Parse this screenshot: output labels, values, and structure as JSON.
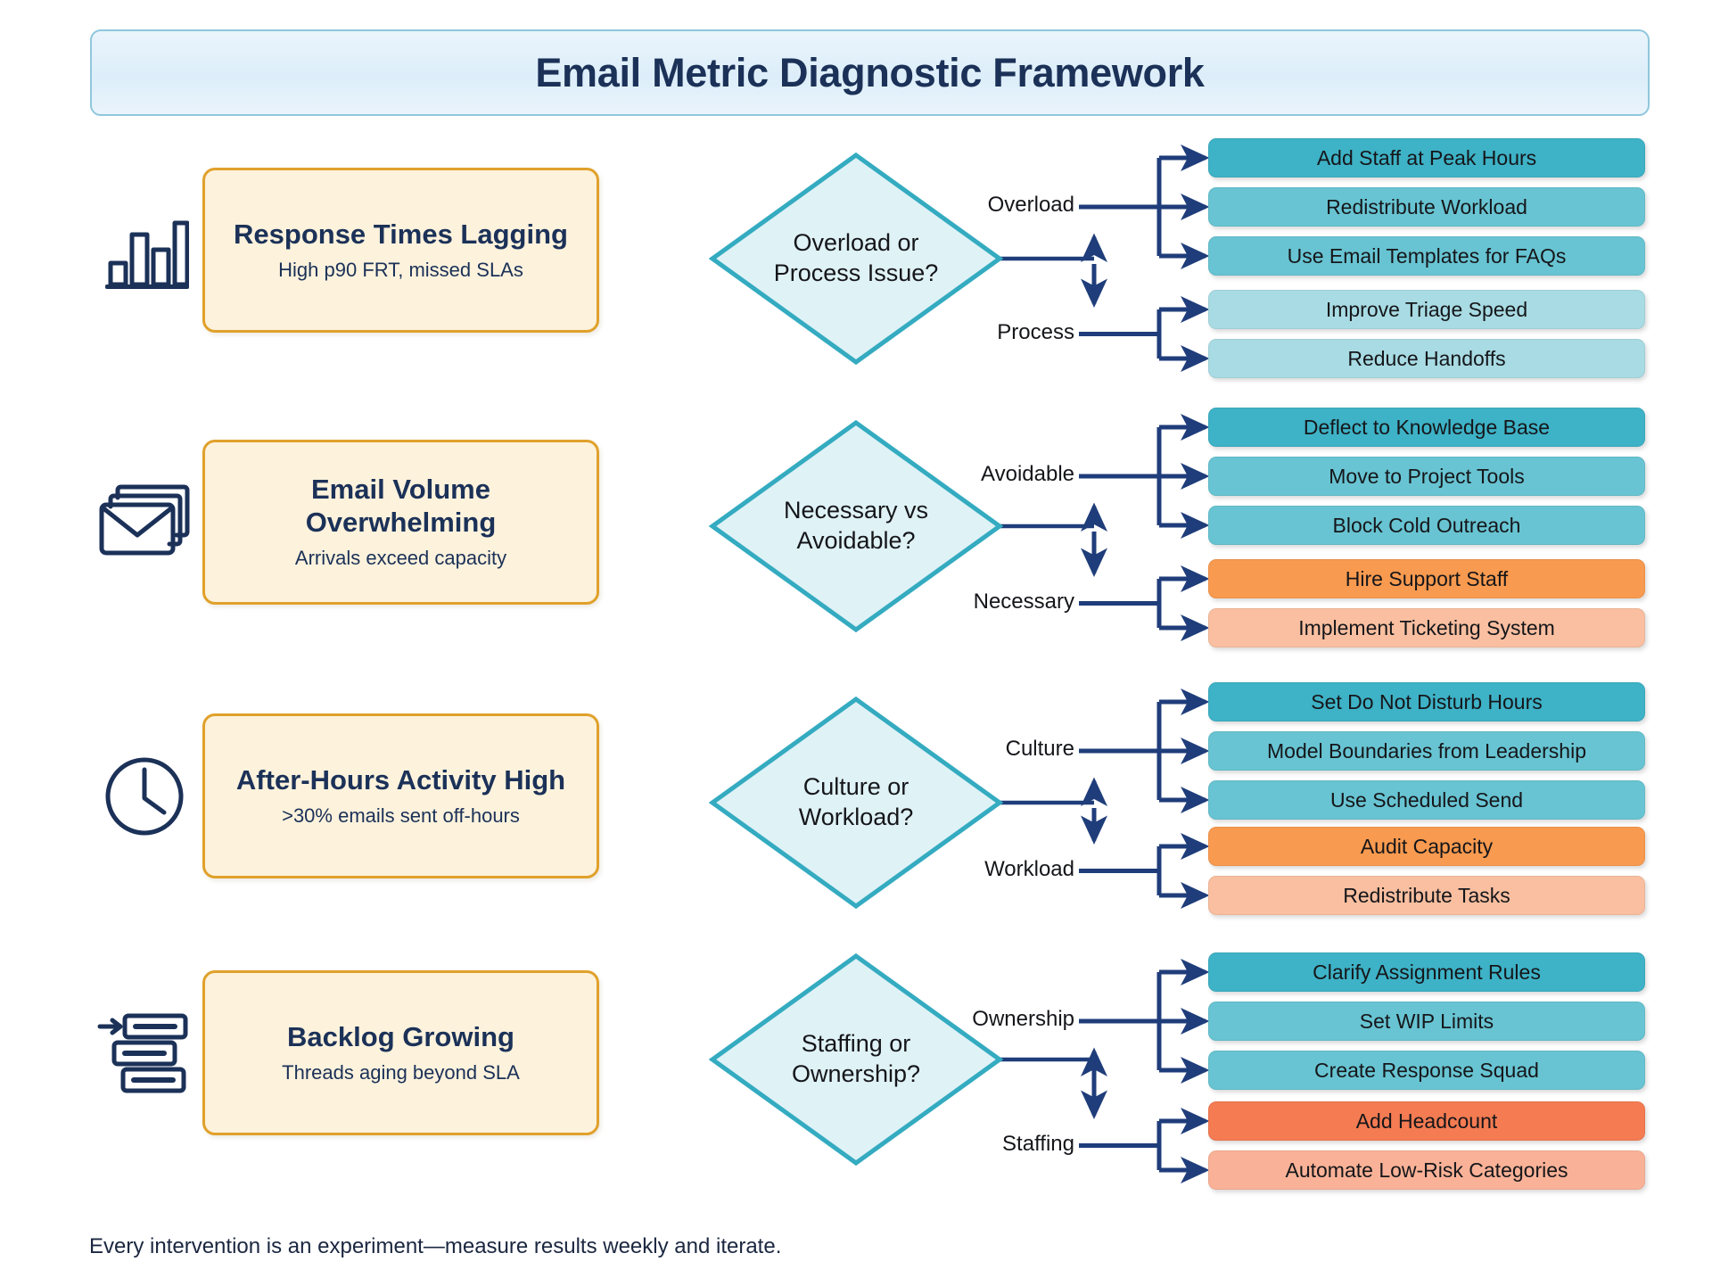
{
  "title": "Email Metric Diagnostic Framework",
  "footer": "Every intervention is an experiment—measure results weekly and iterate.",
  "colors": {
    "title_text": "#1b3158",
    "title_bg": "#e4f0fa",
    "title_border": "#8fc7dd",
    "problem_border": "#e0a12b",
    "problem_fill": "#fdf2dc",
    "diamond_fill": "#dff2f6",
    "diamond_border": "#34abc0",
    "arrow": "#1f3d7a",
    "teal_dark": "#3eb2c6",
    "teal_mid": "#68c4d2",
    "teal_light": "#a8dbe3",
    "orange_dark": "#f89a4f",
    "orange_light": "#f9bfa0",
    "page_bg": "#ffffff"
  },
  "rows": [
    {
      "icon": "bar-chart-icon",
      "problem_title": "Response Times Lagging",
      "problem_sub": "High p90 FRT, missed SLAs",
      "decision": "Overload or Process Issue?",
      "branches": [
        {
          "label": "Overload",
          "actions": [
            {
              "text": "Add Staff at Peak Hours",
              "color": "#3eb2c6"
            },
            {
              "text": "Redistribute Workload",
              "color": "#68c4d2"
            },
            {
              "text": "Use Email Templates for FAQs",
              "color": "#68c4d2"
            }
          ]
        },
        {
          "label": "Process",
          "actions": [
            {
              "text": "Improve Triage Speed",
              "color": "#a8dbe3"
            },
            {
              "text": "Reduce Handoffs",
              "color": "#a8dbe3"
            }
          ]
        }
      ]
    },
    {
      "icon": "stacked-envelopes-icon",
      "problem_title": "Email Volume Overwhelming",
      "problem_sub": "Arrivals exceed capacity",
      "decision": "Necessary vs Avoidable?",
      "branches": [
        {
          "label": "Avoidable",
          "actions": [
            {
              "text": "Deflect to Knowledge Base",
              "color": "#3eb2c6"
            },
            {
              "text": "Move to Project Tools",
              "color": "#68c4d2"
            },
            {
              "text": "Block Cold Outreach",
              "color": "#68c4d2"
            }
          ]
        },
        {
          "label": "Necessary",
          "actions": [
            {
              "text": "Hire Support Staff",
              "color": "#f89a4f"
            },
            {
              "text": "Implement Ticketing System",
              "color": "#f9bfa0"
            }
          ]
        }
      ]
    },
    {
      "icon": "clock-icon",
      "problem_title": "After-Hours Activity High",
      "problem_sub": ">30% emails sent off-hours",
      "decision": "Culture or Workload?",
      "branches": [
        {
          "label": "Culture",
          "actions": [
            {
              "text": "Set Do Not Disturb Hours",
              "color": "#3eb2c6"
            },
            {
              "text": "Model Boundaries from Leadership",
              "color": "#68c4d2"
            },
            {
              "text": "Use Scheduled Send",
              "color": "#68c4d2"
            }
          ]
        },
        {
          "label": "Workload",
          "actions": [
            {
              "text": "Audit Capacity",
              "color": "#f89a4f"
            },
            {
              "text": "Redistribute Tasks",
              "color": "#f9bfa0"
            }
          ]
        }
      ]
    },
    {
      "icon": "backlog-queue-icon",
      "problem_title": "Backlog Growing",
      "problem_sub": "Threads aging beyond SLA",
      "decision": "Staffing or Ownership?",
      "branches": [
        {
          "label": "Ownership",
          "actions": [
            {
              "text": "Clarify Assignment Rules",
              "color": "#3eb2c6"
            },
            {
              "text": "Set WIP Limits",
              "color": "#68c4d2"
            },
            {
              "text": "Create Response Squad",
              "color": "#68c4d2"
            }
          ]
        },
        {
          "label": "Staffing",
          "actions": [
            {
              "text": "Add Headcount",
              "color": "#f47b52"
            },
            {
              "text": "Automate Low-Risk Categories",
              "color": "#f9b297"
            }
          ]
        }
      ]
    }
  ]
}
